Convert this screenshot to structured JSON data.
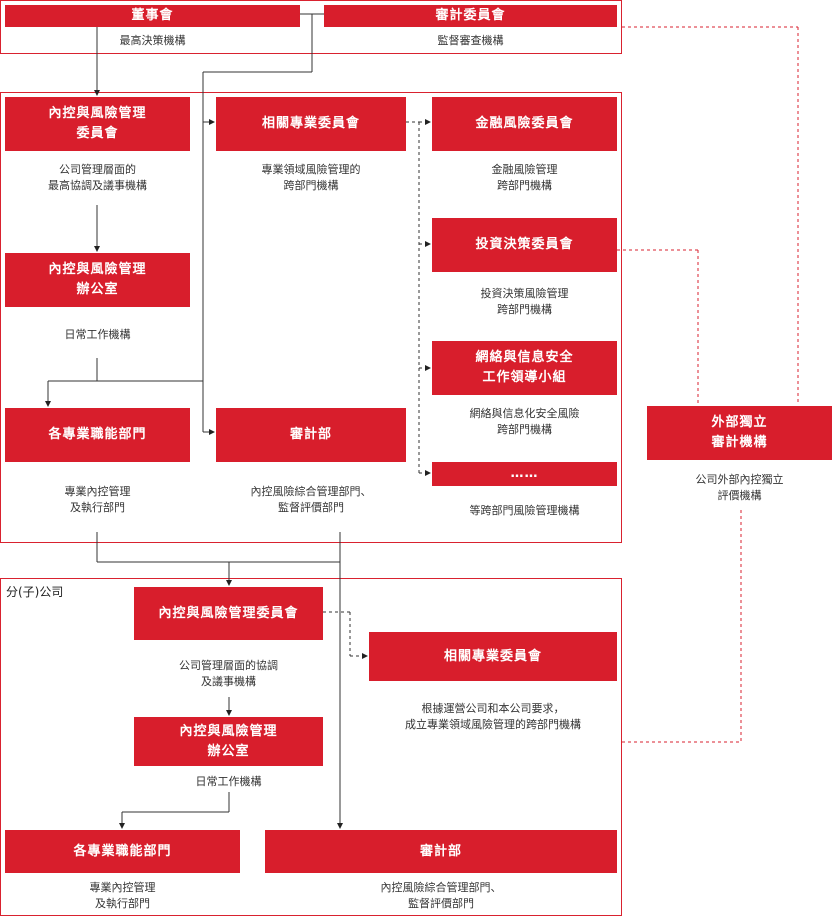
{
  "top": {
    "board": {
      "label": "董事會",
      "desc": "最高決策機構"
    },
    "audit_committee": {
      "label": "審計委員會",
      "desc": "監督審查機構"
    }
  },
  "hq": {
    "ic_committee": {
      "label": "內控與風險管理\n委員會",
      "desc": "公司管理層面的\n最高協調及議事機構"
    },
    "related_committee": {
      "label": "相關專業委員會",
      "desc": "專業領域風險管理的\n跨部門機構"
    },
    "finance_committee": {
      "label": "金融風險委員會",
      "desc": "金融風險管理\n跨部門機構"
    },
    "investment_committee": {
      "label": "投資決策委員會",
      "desc": "投資決策風險管理\n跨部門機構"
    },
    "cyber_group": {
      "label": "網絡與信息安全\n工作領導小組",
      "desc": "網絡與信息化安全風險\n跨部門機構"
    },
    "etc_box": {
      "label": "……",
      "desc": "等跨部門風險管理機構"
    },
    "ic_office": {
      "label": "內控與風險管理\n辦公室",
      "desc": "日常工作機構"
    },
    "functional_depts": {
      "label": "各專業職能部門",
      "desc": "專業內控管理\n及執行部門"
    },
    "audit_dept": {
      "label": "審計部",
      "desc": "內控風險綜合管理部門、\n監督評價部門"
    }
  },
  "external_audit": {
    "label": "外部獨立\n審計機構",
    "desc": "公司外部內控獨立\n評價機構"
  },
  "sub": {
    "section_label": "分(子)公司",
    "ic_committee": {
      "label": "內控與風險管理委員會",
      "desc": "公司管理層面的協調\n及議事機構"
    },
    "related_committee": {
      "label": "相關專業委員會",
      "desc": "根據運營公司和本公司要求，\n成立專業領域風險管理的跨部門機構"
    },
    "ic_office": {
      "label": "內控與風險管理\n辦公室",
      "desc": "日常工作機構"
    },
    "functional_depts": {
      "label": "各專業職能部門",
      "desc": "專業內控管理\n及執行部門"
    },
    "audit_dept": {
      "label": "審計部",
      "desc": "內控風險綜合管理部門、\n監督評價部門"
    }
  },
  "colors": {
    "brand_red": "#d81e2c",
    "line": "#333333",
    "dashed": "#d81e2c"
  }
}
